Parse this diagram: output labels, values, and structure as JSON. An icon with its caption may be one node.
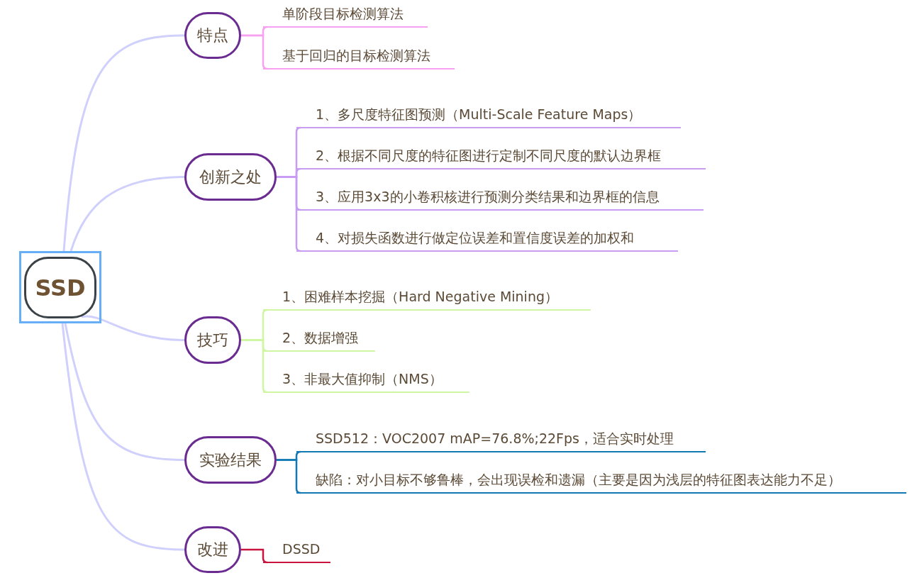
{
  "diagram": {
    "nodes": [
      {
        "text": [
          "SSD"
        ]
      },
      {
        "text": [
          "特点"
        ]
      },
      {
        "text": [
          "单阶段目标检测算法"
        ]
      },
      {
        "text": [
          "基于回归的目标检测算法"
        ]
      },
      {
        "text": [
          "创新之处"
        ]
      },
      {
        "text": [
          "1、多尺度特征图预测（Multi-Scale Feature Maps）"
        ]
      },
      {
        "text": [
          "2、根据不同尺度的特征图进行定制不同尺度的默认边界框"
        ]
      },
      {
        "text": [
          "3、应用3x3的小卷积核进行预测分类结果和边界框的信息"
        ]
      },
      {
        "text": [
          "4、对损失函数进行做定位误差和置信度误差的加权和"
        ]
      },
      {
        "text": [
          "技巧"
        ]
      },
      {
        "text": [
          "1、困难样本挖掘（Hard Negative Mining）"
        ]
      },
      {
        "text": [
          "2、数据增强"
        ]
      },
      {
        "text": [
          "3、非最大值抑制（NMS）"
        ]
      },
      {
        "text": [
          "实验结果"
        ]
      },
      {
        "text": [
          "SSD512：VOC2007 mAP=76.8%;22Fps，适合实时处理"
        ]
      },
      {
        "text": [
          "缺陷：对小目标不够鲁棒，会出现误检和遗漏（主要是因为浅层的特征图表达能力不足）"
        ]
      },
      {
        "text": [
          "改进"
        ]
      },
      {
        "text": [
          "DSSD"
        ]
      }
    ],
    "edges": [
      {
        "from": 0,
        "to": 1,
        "arrow": "none"
      },
      {
        "from": 1,
        "to": 2,
        "arrow": "none",
        "color": "#f7a1f0"
      },
      {
        "from": 1,
        "to": 3,
        "arrow": "none",
        "color": "#f7a1f0"
      },
      {
        "from": 0,
        "to": 4,
        "arrow": "none"
      },
      {
        "from": 4,
        "to": 5,
        "arrow": "none",
        "color": "#c79cf2"
      },
      {
        "from": 4,
        "to": 6,
        "arrow": "none",
        "color": "#c79cf2"
      },
      {
        "from": 4,
        "to": 7,
        "arrow": "none",
        "color": "#c79cf2"
      },
      {
        "from": 4,
        "to": 8,
        "arrow": "none",
        "color": "#c79cf2"
      },
      {
        "from": 0,
        "to": 9,
        "arrow": "none"
      },
      {
        "from": 9,
        "to": 10,
        "arrow": "none",
        "color": "#cff7a3"
      },
      {
        "from": 9,
        "to": 11,
        "arrow": "none",
        "color": "#cff7a3"
      },
      {
        "from": 9,
        "to": 12,
        "arrow": "none",
        "color": "#cff7a3"
      },
      {
        "from": 0,
        "to": 13,
        "arrow": "none"
      },
      {
        "from": 13,
        "to": 14,
        "arrow": "none",
        "color": "#1379b5"
      },
      {
        "from": 13,
        "to": 15,
        "arrow": "none",
        "color": "#1379b5"
      },
      {
        "from": 0,
        "to": 16,
        "arrow": "none"
      },
      {
        "from": 16,
        "to": 17,
        "arrow": "none",
        "color": "#c8143f"
      }
    ]
  }
}
